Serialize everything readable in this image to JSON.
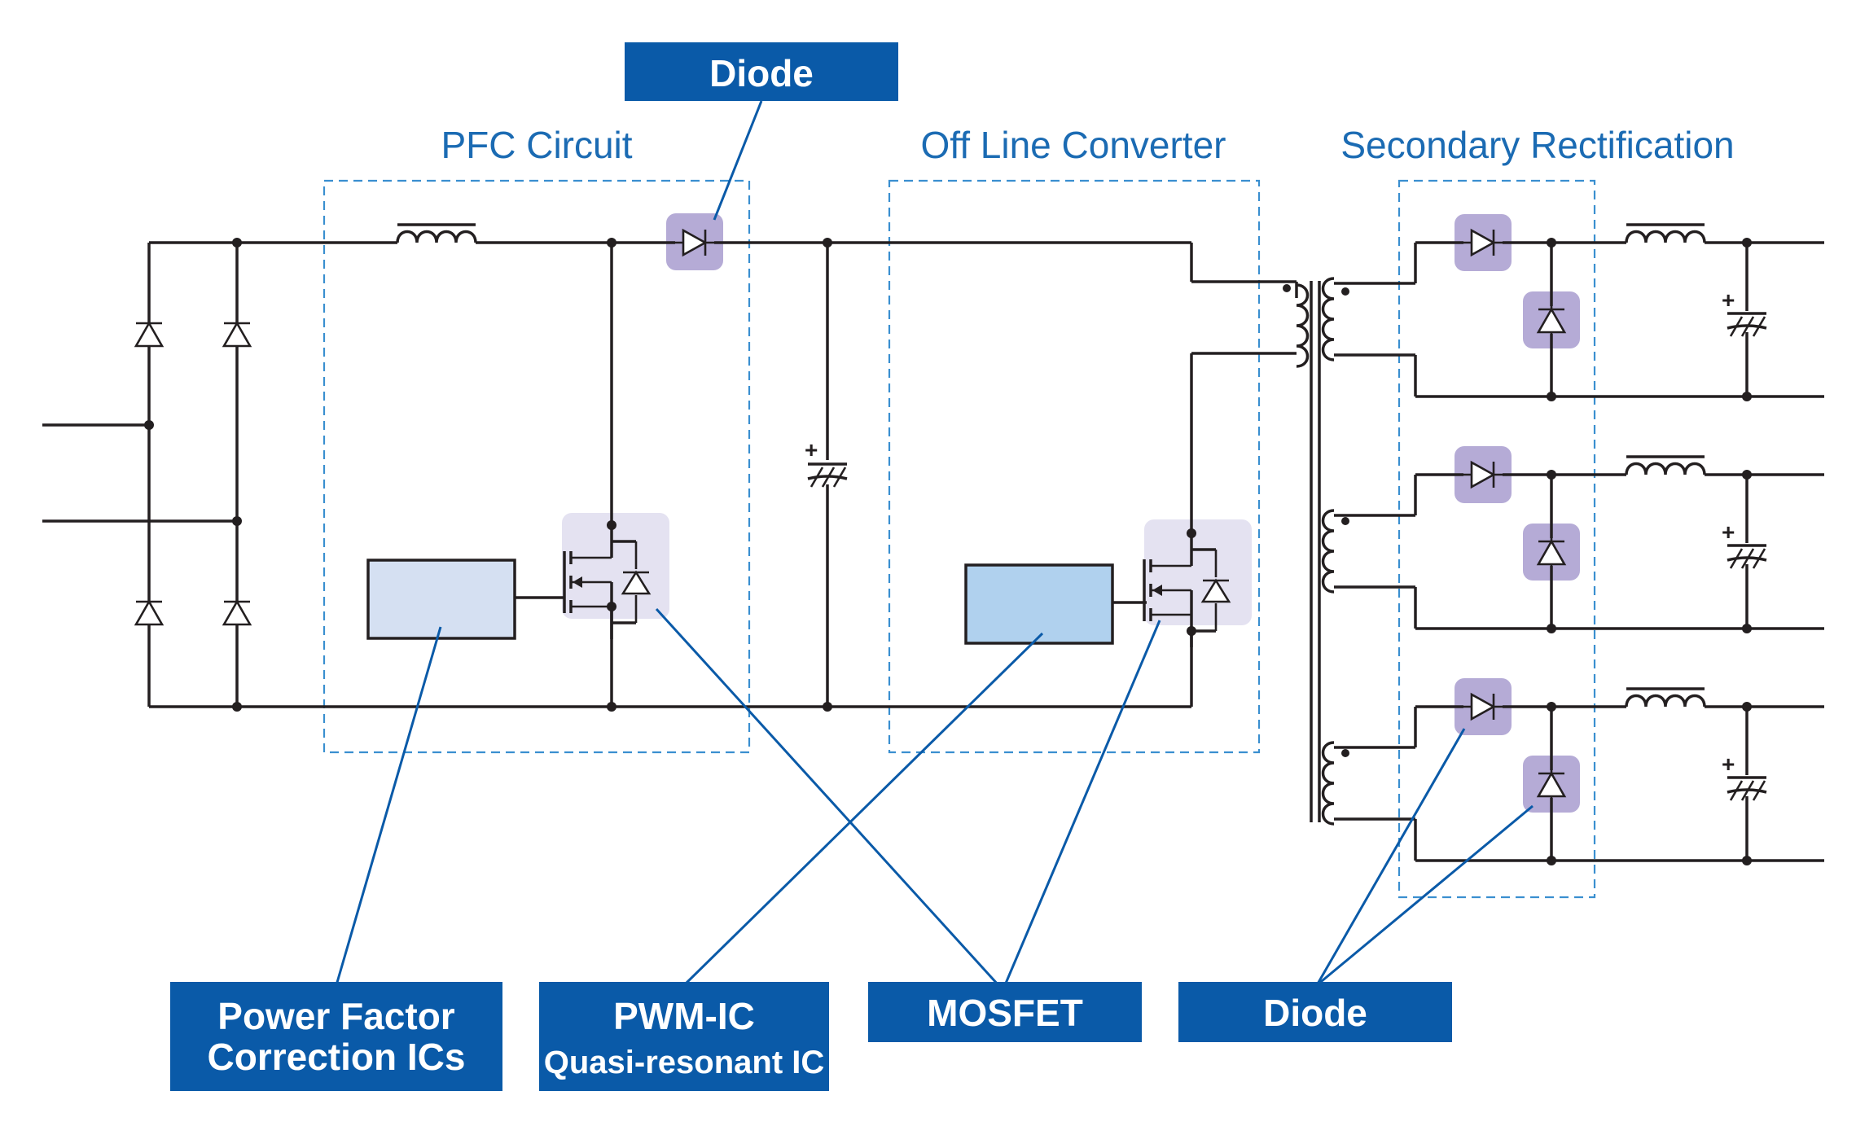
{
  "sections": {
    "pfc": "PFC Circuit",
    "offline": "Off Line Converter",
    "secondary": "Secondary Rectification"
  },
  "labels": {
    "diode_top": "Diode",
    "pfc_ic_line1": "Power Factor",
    "pfc_ic_line2": "Correction ICs",
    "pwm_ic_line1": "PWM-IC",
    "pwm_ic_line2": "Quasi-resonant IC",
    "mosfet": "MOSFET",
    "diode_bottom": "Diode"
  },
  "polarity_mark": "+",
  "colors": {
    "label_bg": "#0a5aa8",
    "section_text": "#1b6bb3",
    "dashed_border": "#3a8fd0",
    "wire": "#231f20",
    "component_highlight": "#b5abd6",
    "mosfet_highlight": "#e4e2f1",
    "pfc_ic_fill": "#d5e0f2",
    "pwm_ic_fill": "#b0d1ee"
  }
}
